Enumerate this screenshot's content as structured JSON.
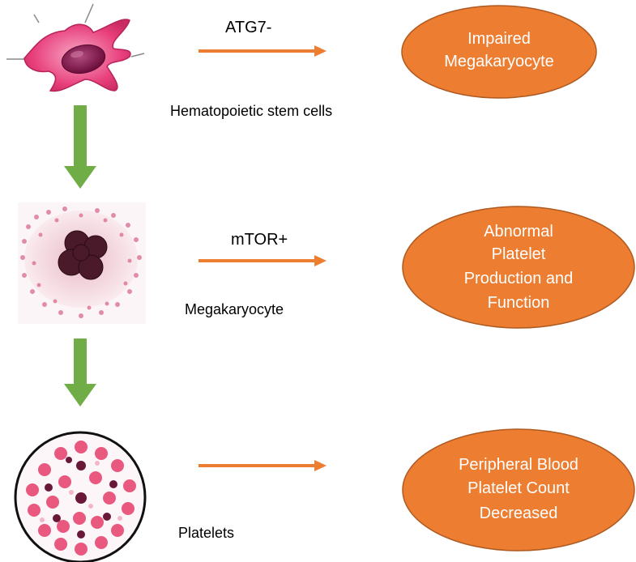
{
  "stages": [
    {
      "id": "hsc",
      "label": "Hematopoietic stem cells",
      "arrow_label": "ATG7-",
      "outcome": [
        "Impaired",
        "Megakaryocyte"
      ]
    },
    {
      "id": "mk",
      "label": "Megakaryocyte",
      "arrow_label": "mTOR+",
      "outcome": [
        "Abnormal",
        "Platelet",
        "Production and",
        "Function"
      ]
    },
    {
      "id": "plt",
      "label": "Platelets",
      "arrow_label": "",
      "outcome": [
        "Peripheral Blood",
        "Platelet Count",
        "Decreased"
      ]
    }
  ],
  "colors": {
    "outcome_fill": "#ED7D31",
    "outcome_stroke": "#AE5A21",
    "arrow_orange": "#ED7D31",
    "arrow_green": "#70AD47",
    "cell_pink": "#E83F7B",
    "nucleus": "#7A1040",
    "megakaryocyte_nucleus": "#4A1A2A"
  },
  "icons": [
    "stem-cell-image",
    "megakaryocyte-image",
    "platelets-smear-image"
  ]
}
